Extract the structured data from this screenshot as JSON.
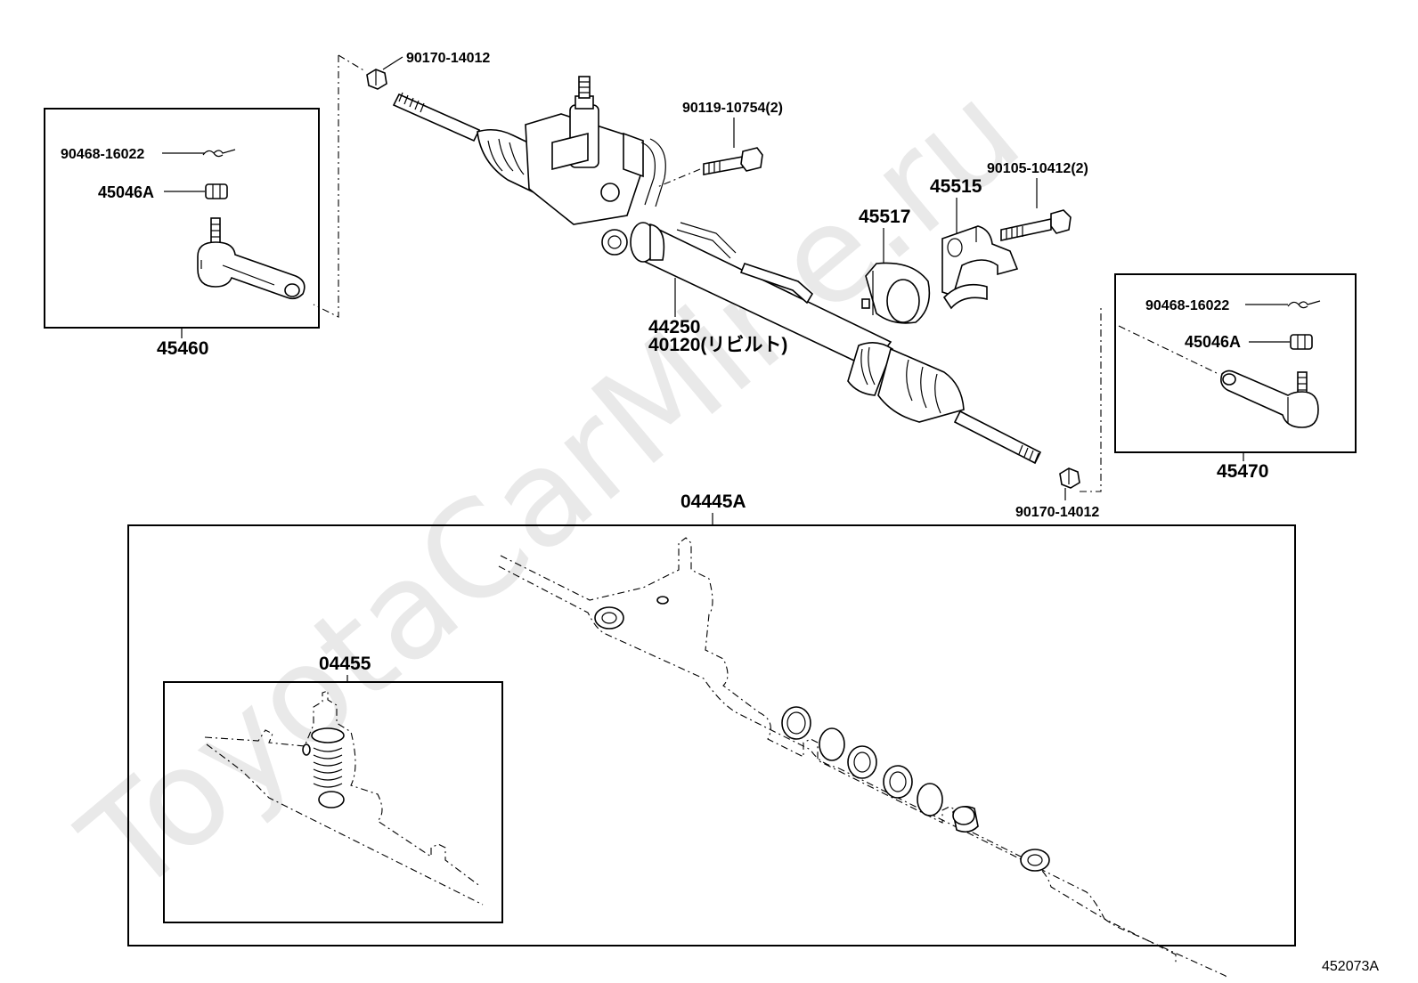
{
  "watermark": "ToyotaCarMine.ru",
  "figure_id": "452073A",
  "parts": {
    "nut_top": "90170-14012",
    "nut_bottom": "90170-14012",
    "bolt_valve": "90119-10754(2)",
    "bolt_bracket": "90105-10412(2)",
    "bracket": "45515",
    "bushing": "45517",
    "gear_assy": "44250",
    "gear_rebuilt": "40120(リビルト)",
    "left_pin": "90468-16022",
    "left_nut": "45046A",
    "left_tie_rod_end": "45460",
    "right_pin": "90468-16022",
    "right_nut": "45046A",
    "right_tie_rod_end": "45470",
    "gasket_kit": "04445A",
    "valve_kit": "04455"
  }
}
